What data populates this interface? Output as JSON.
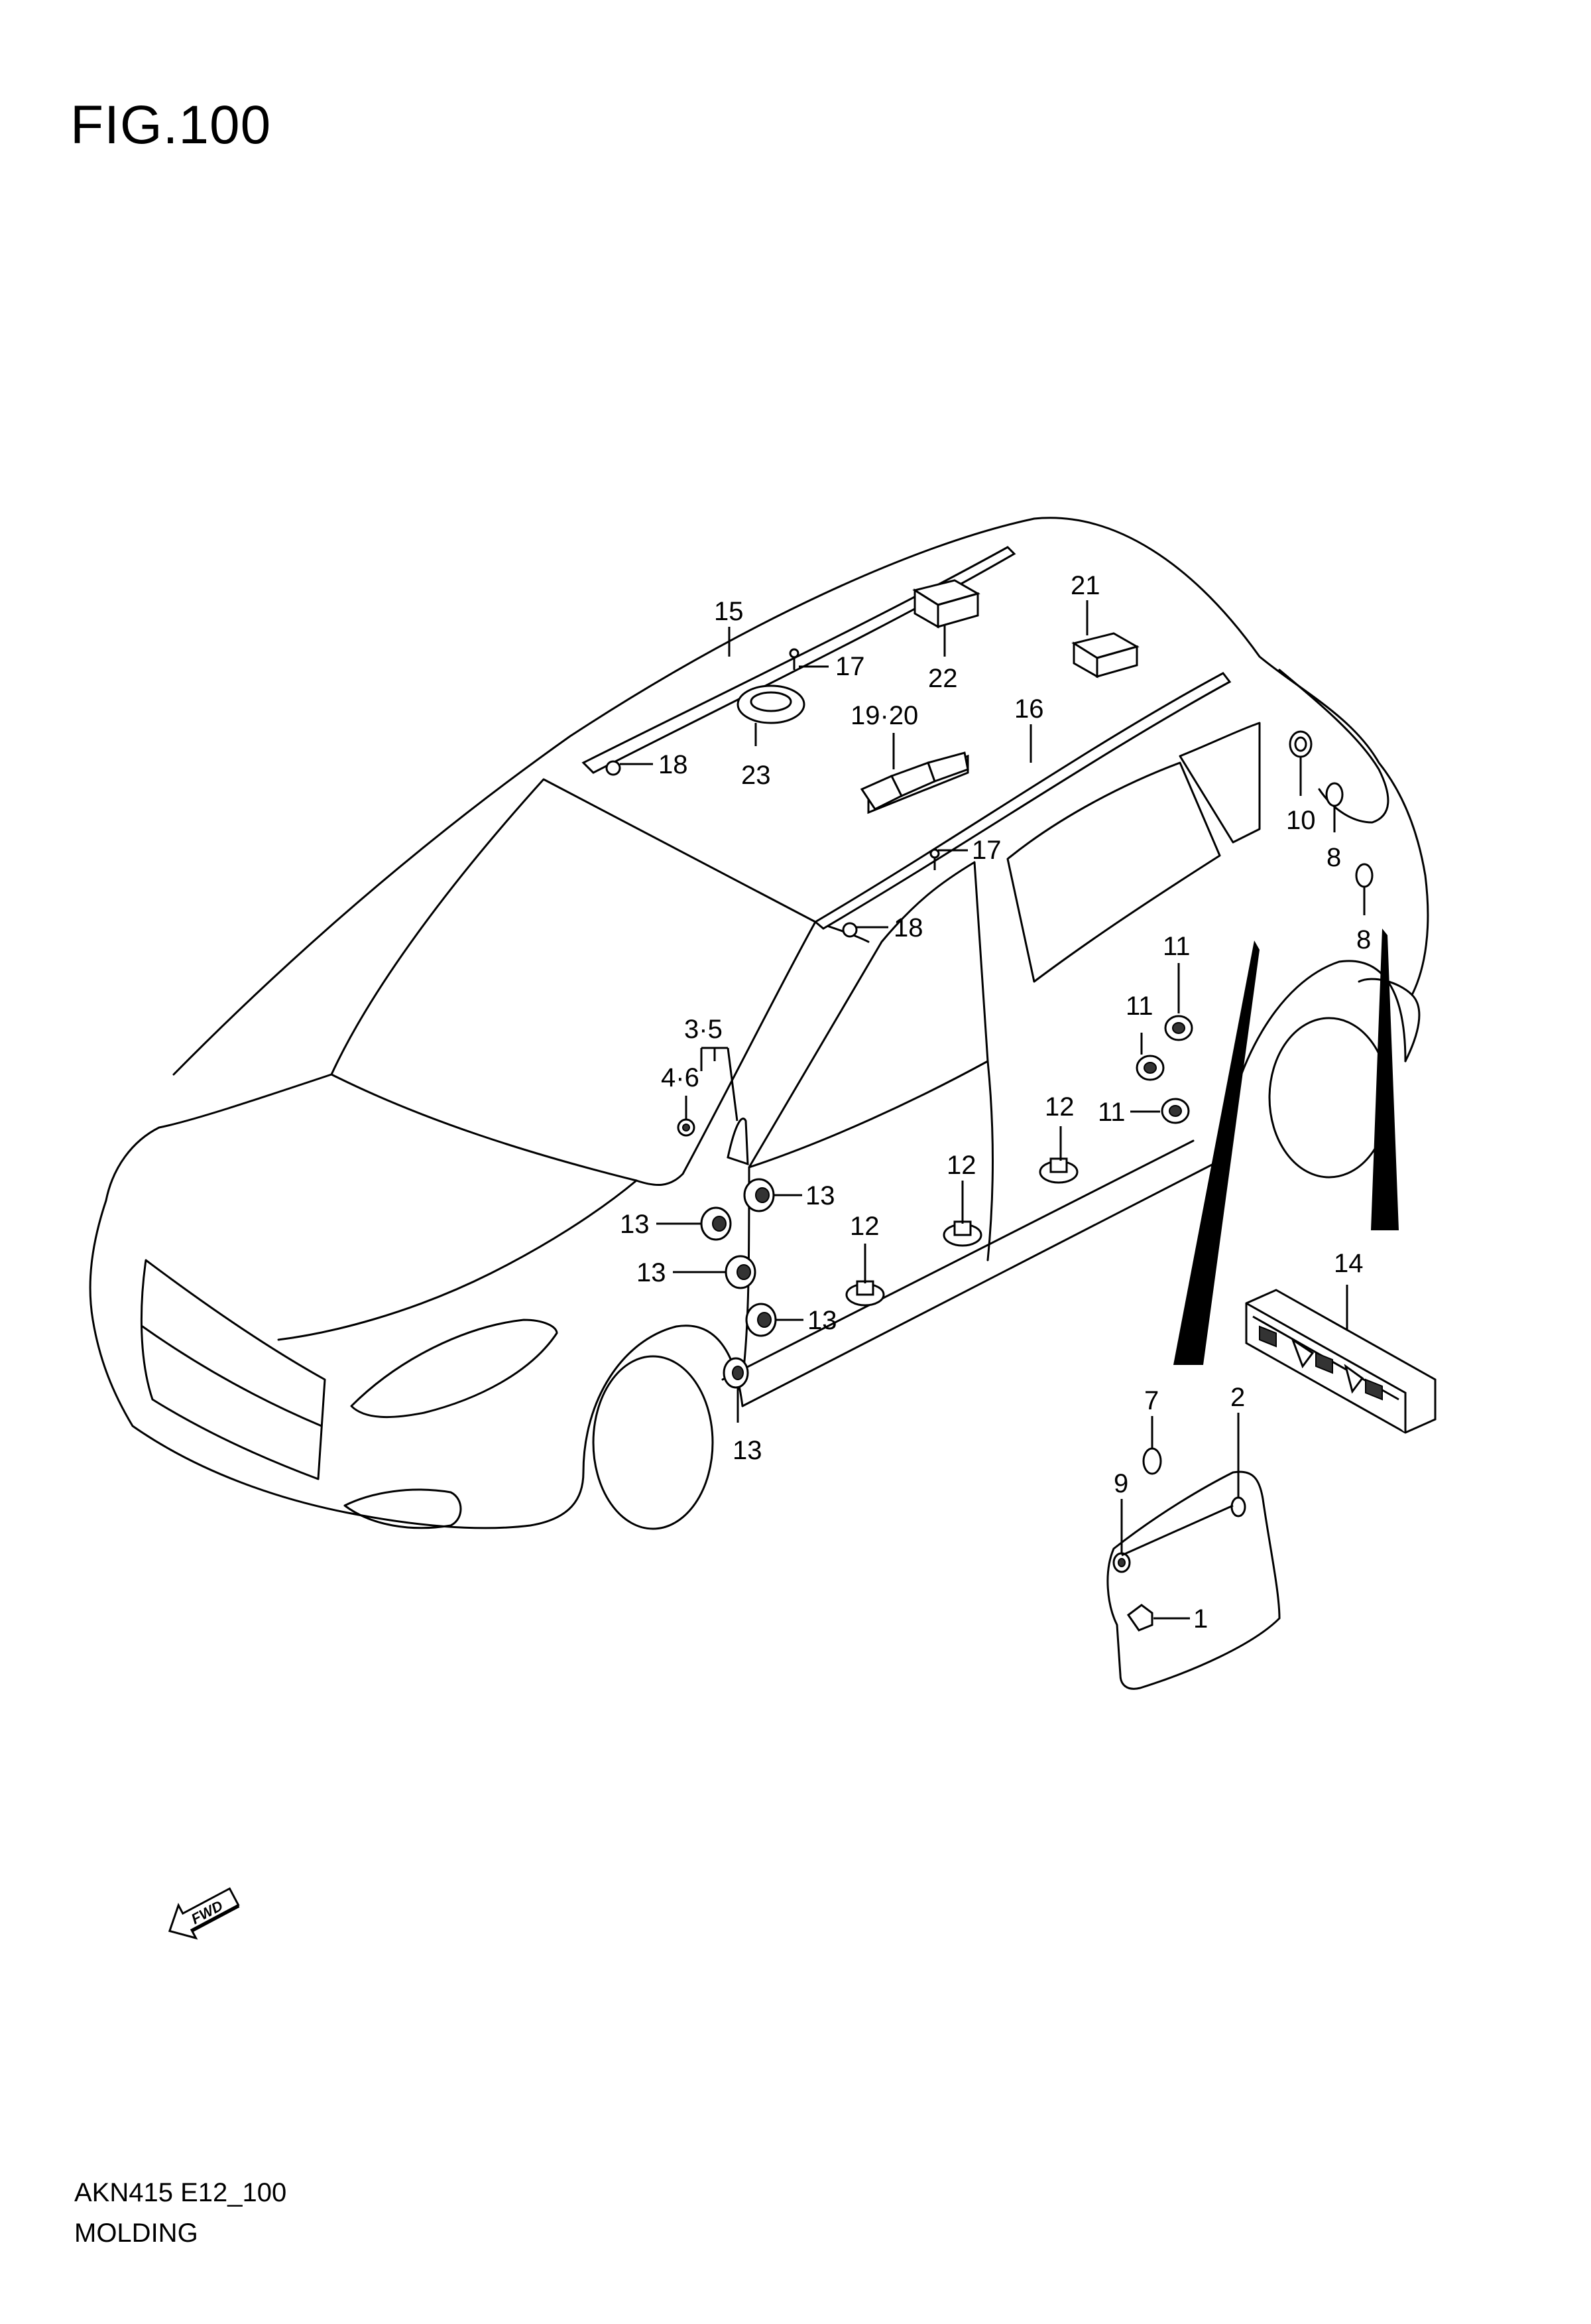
{
  "figure": {
    "title": "FIG.100",
    "code": "AKN415 E12_100",
    "name": "MOLDING",
    "fwd_label": "FWD"
  },
  "callouts": [
    {
      "id": "15",
      "text": "15"
    },
    {
      "id": "17a",
      "text": "17"
    },
    {
      "id": "22",
      "text": "22"
    },
    {
      "id": "21",
      "text": "21"
    },
    {
      "id": "18a",
      "text": "18"
    },
    {
      "id": "23",
      "text": "23"
    },
    {
      "id": "19-20",
      "text": "19·20"
    },
    {
      "id": "16",
      "text": "16"
    },
    {
      "id": "10",
      "text": "10"
    },
    {
      "id": "8a",
      "text": "8"
    },
    {
      "id": "8b",
      "text": "8"
    },
    {
      "id": "17b",
      "text": "17"
    },
    {
      "id": "18b",
      "text": "18"
    },
    {
      "id": "11a",
      "text": "11"
    },
    {
      "id": "11b",
      "text": "11"
    },
    {
      "id": "11c",
      "text": "11"
    },
    {
      "id": "12a",
      "text": "12"
    },
    {
      "id": "12b",
      "text": "12"
    },
    {
      "id": "12c",
      "text": "12"
    },
    {
      "id": "3-5",
      "text": "3·5"
    },
    {
      "id": "4-6",
      "text": "4·6"
    },
    {
      "id": "13a",
      "text": "13"
    },
    {
      "id": "13b",
      "text": "13"
    },
    {
      "id": "13c",
      "text": "13"
    },
    {
      "id": "13d",
      "text": "13"
    },
    {
      "id": "13e",
      "text": "13"
    },
    {
      "id": "14",
      "text": "14"
    },
    {
      "id": "7",
      "text": "7"
    },
    {
      "id": "2",
      "text": "2"
    },
    {
      "id": "9",
      "text": "9"
    },
    {
      "id": "1",
      "text": "1"
    }
  ]
}
